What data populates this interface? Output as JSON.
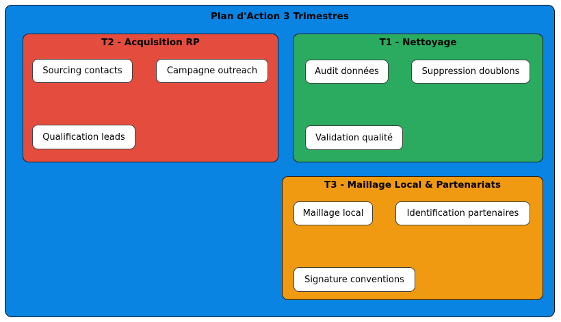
{
  "title": "Plan d'Action 3 Trimestres",
  "colors": {
    "background": "#0984E2",
    "panel_red": "#E44D3E",
    "panel_green": "#2BAB60",
    "panel_orange": "#F09A12",
    "card_bg": "#FFFFFF",
    "border": "#1C1C1C",
    "text": "#000000"
  },
  "panels": [
    {
      "id": "t2-acquisition-rp",
      "title": "T2 - Acquisition RP",
      "color": "#E44D3E",
      "items": [
        {
          "label": "Sourcing contacts"
        },
        {
          "label": "Campagne outreach"
        },
        {
          "label": "Qualification leads"
        }
      ]
    },
    {
      "id": "t1-nettoyage",
      "title": "T1 - Nettoyage",
      "color": "#2BAB60",
      "items": [
        {
          "label": "Audit données"
        },
        {
          "label": "Suppression doublons"
        },
        {
          "label": "Validation qualité"
        }
      ]
    },
    {
      "id": "t3-maillage-local-partenariats",
      "title": "T3 - Maillage Local & Partenariats",
      "color": "#F09A12",
      "items": [
        {
          "label": "Maillage local"
        },
        {
          "label": "Identification partenaires"
        },
        {
          "label": "Signature conventions"
        }
      ]
    }
  ]
}
